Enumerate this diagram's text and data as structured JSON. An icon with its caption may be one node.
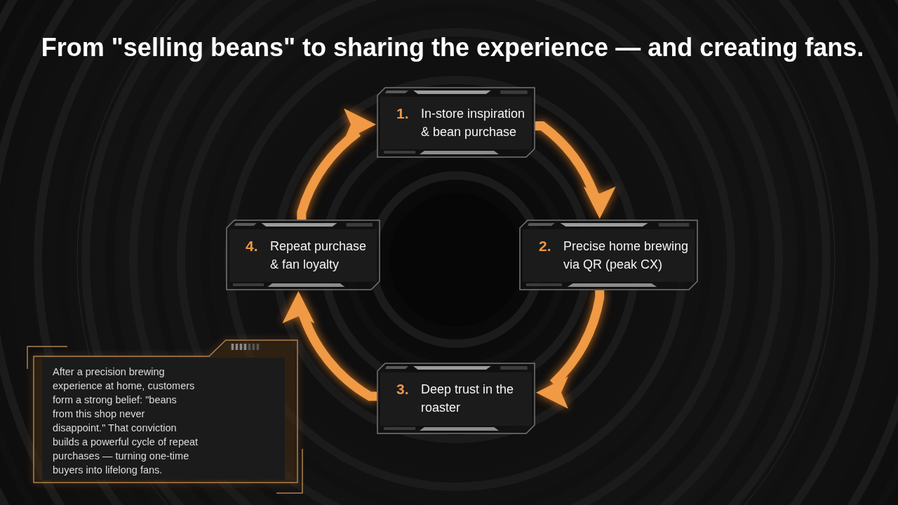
{
  "diagram": {
    "title": "From \"selling beans\" to sharing the experience — and creating fans.",
    "nodes": [
      {
        "text": [
          "1.",
          "In-store inspiration & bean purchase"
        ]
      },
      {
        "text": [
          "2.",
          "Precise home brewing via QR (peak CX)"
        ]
      },
      {
        "text": [
          "3.",
          "Deep trust in the roaster"
        ]
      },
      {
        "text": [
          "4.",
          "Repeat purchase & fan loyalty"
        ]
      },
      {
        "text": [
          "After a precision brewing experience at home, customers form a strong belief: \"beans from this shop never disappoint.\" That conviction builds a powerful cycle of repeat purchases — turning one-time buyers into lifelong fans."
        ]
      }
    ],
    "edges": [
      {
        "from": 0,
        "to": 1,
        "arrow": "to"
      },
      {
        "from": 1,
        "to": 2,
        "arrow": "to"
      },
      {
        "from": 2,
        "to": 3,
        "arrow": "to"
      },
      {
        "from": 3,
        "to": 0,
        "arrow": "to"
      }
    ]
  }
}
